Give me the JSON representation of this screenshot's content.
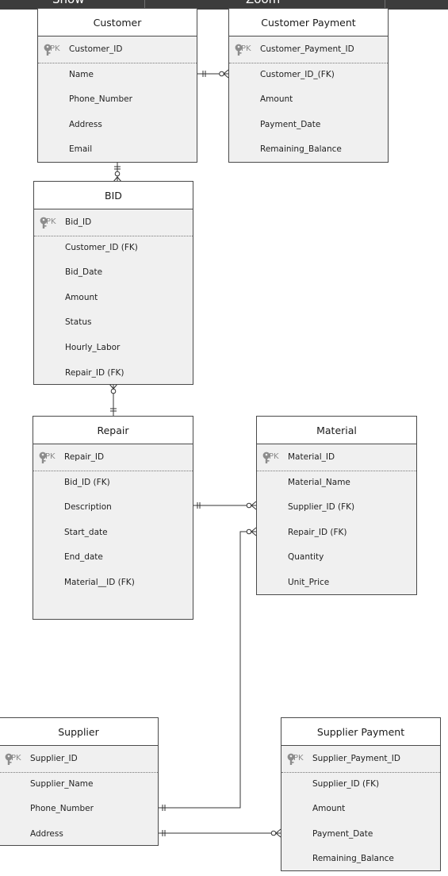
{
  "top_bar": {
    "left_label": "Show",
    "right_label": "Zoom"
  },
  "entities": {
    "customer": {
      "title": "Customer",
      "pk_tag": "PK",
      "fields": [
        "Customer_ID",
        "Name",
        "Phone_Number",
        "Address",
        "Email"
      ]
    },
    "customer_payment": {
      "title": "Customer Payment",
      "pk_tag": "PK",
      "fields": [
        "Customer_Payment_ID",
        "Customer_ID_(FK)",
        "Amount",
        "Payment_Date",
        "Remaining_Balance"
      ]
    },
    "bid": {
      "title": "BID",
      "pk_tag": "PK",
      "fields": [
        "Bid_ID",
        "Customer_ID (FK)",
        "Bid_Date",
        "Amount",
        "Status",
        "Hourly_Labor",
        "Repair_ID (FK)"
      ]
    },
    "repair": {
      "title": "Repair",
      "pk_tag": "PK",
      "fields": [
        "Repair_ID",
        "Bid_ID (FK)",
        "Description",
        "Start_date",
        "End_date",
        "Material__ID (FK)"
      ]
    },
    "material": {
      "title": "Material",
      "pk_tag": "PK",
      "fields": [
        "Material_ID",
        "Material_Name",
        "Supplier_ID (FK)",
        "Repair_ID (FK)",
        "Quantity",
        "Unit_Price"
      ]
    },
    "supplier": {
      "title": "Supplier",
      "pk_tag": "PK",
      "fields": [
        "Supplier_ID",
        "Supplier_Name",
        "Phone_Number",
        "Address"
      ]
    },
    "supplier_payment": {
      "title": "Supplier Payment",
      "pk_tag": "PK",
      "fields": [
        "Supplier_Payment_ID",
        "Supplier_ID (FK)",
        "Amount",
        "Payment_Date",
        "Remaining_Balance"
      ]
    }
  },
  "relationships": [
    {
      "from": "Customer",
      "to": "Customer Payment",
      "from_end": "one",
      "to_end": "zero-or-many"
    },
    {
      "from": "Customer",
      "to": "BID",
      "from_end": "one",
      "to_end": "zero-or-many"
    },
    {
      "from": "BID",
      "to": "Repair",
      "from_end": "zero-or-many",
      "to_end": "one"
    },
    {
      "from": "Repair",
      "to": "Material",
      "from_end": "one",
      "to_end": "zero-or-many"
    },
    {
      "from": "Supplier",
      "to": "Material",
      "from_end": "one",
      "to_end": "zero-or-many"
    },
    {
      "from": "Supplier",
      "to": "Supplier Payment",
      "from_end": "one",
      "to_end": "zero-or-many"
    }
  ],
  "colors": {
    "line": "#333333",
    "entity_fill": "#f0f0f0",
    "title_fill": "#ffffff",
    "key_icon": "#8c8c8c",
    "top_bar": "#3c3c3c"
  }
}
